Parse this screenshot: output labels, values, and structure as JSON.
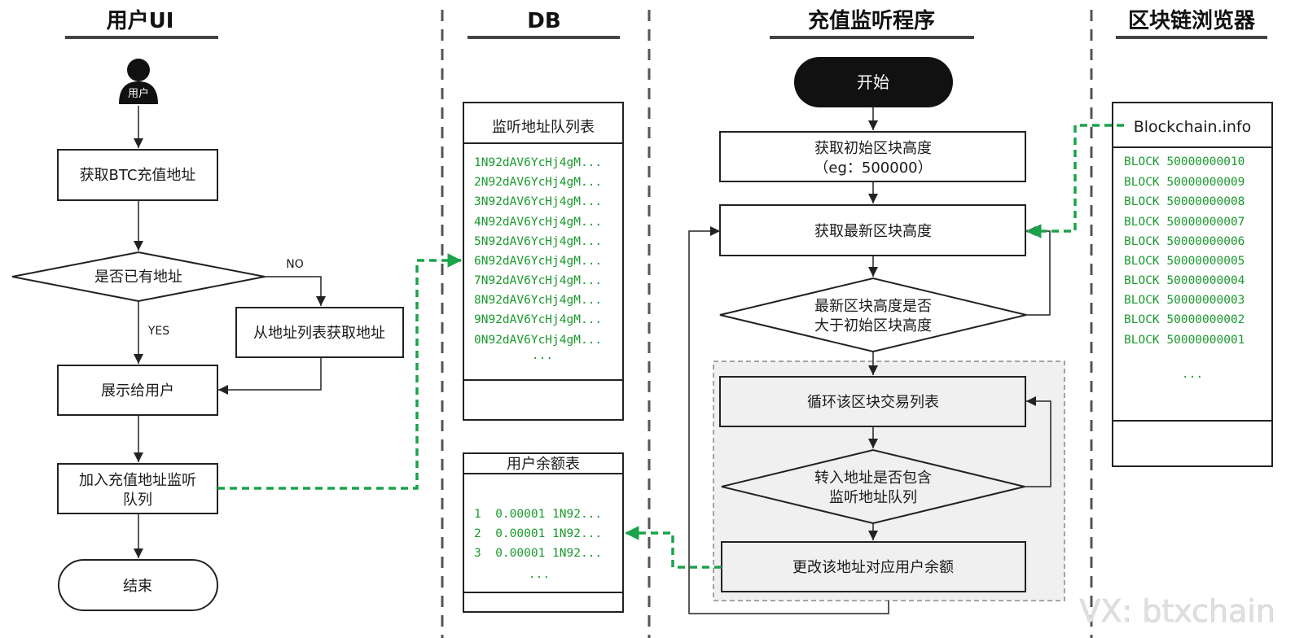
{
  "lanes": {
    "user_ui": "用户UI",
    "db": "DB",
    "monitor": "充值监听程序",
    "explorer": "区块链浏览器"
  },
  "user_flow": {
    "user_icon_label": "用户",
    "get_address": "获取BTC充值地址",
    "has_address": "是否已有地址",
    "no_label": "NO",
    "yes_label": "YES",
    "from_list": "从地址列表获取地址",
    "show_user": "展示给用户",
    "join_queue_line1": "加入充值地址监听",
    "join_queue_line2": "队列",
    "end": "结束"
  },
  "db": {
    "watch_table": {
      "title": "监听地址队列表",
      "rows": [
        "1N92dAV6YcHj4gM...",
        "2N92dAV6YcHj4gM...",
        "3N92dAV6YcHj4gM...",
        "4N92dAV6YcHj4gM...",
        "5N92dAV6YcHj4gM...",
        "6N92dAV6YcHj4gM...",
        "7N92dAV6YcHj4gM...",
        "8N92dAV6YcHj4gM...",
        "9N92dAV6YcHj4gM...",
        "0N92dAV6YcHj4gM..."
      ],
      "more": "..."
    },
    "balance_table": {
      "title": "用户余额表",
      "rows": [
        "1  0.00001 1N92...",
        "2  0.00001 1N92...",
        "3  0.00001 1N92..."
      ],
      "more": "..."
    }
  },
  "monitor_flow": {
    "start": "开始",
    "init_height_line1": "获取初始区块高度",
    "init_height_line2": "（eg：500000）",
    "latest_height": "获取最新区块高度",
    "compare_line1": "最新区块高度是否",
    "compare_line2": "大于初始区块高度",
    "loop_tx": "循环该区块交易列表",
    "check_line1": "转入地址是否包含",
    "check_line2": "监听地址队列",
    "update_balance": "更改该地址对应用户余额"
  },
  "explorer": {
    "title": "Blockchain.info",
    "blocks": [
      "BLOCK 50000000010",
      "BLOCK 50000000009",
      "BLOCK 50000000008",
      "BLOCK 50000000007",
      "BLOCK 50000000006",
      "BLOCK 50000000005",
      "BLOCK 50000000004",
      "BLOCK 50000000003",
      "BLOCK 50000000002",
      "BLOCK 50000000001"
    ],
    "more": "..."
  },
  "watermark": "VX: btxchain",
  "colors": {
    "green_connector": "#1aa34a",
    "data_text": "#1a9a2e",
    "region_fill": "#f0f0f0"
  }
}
